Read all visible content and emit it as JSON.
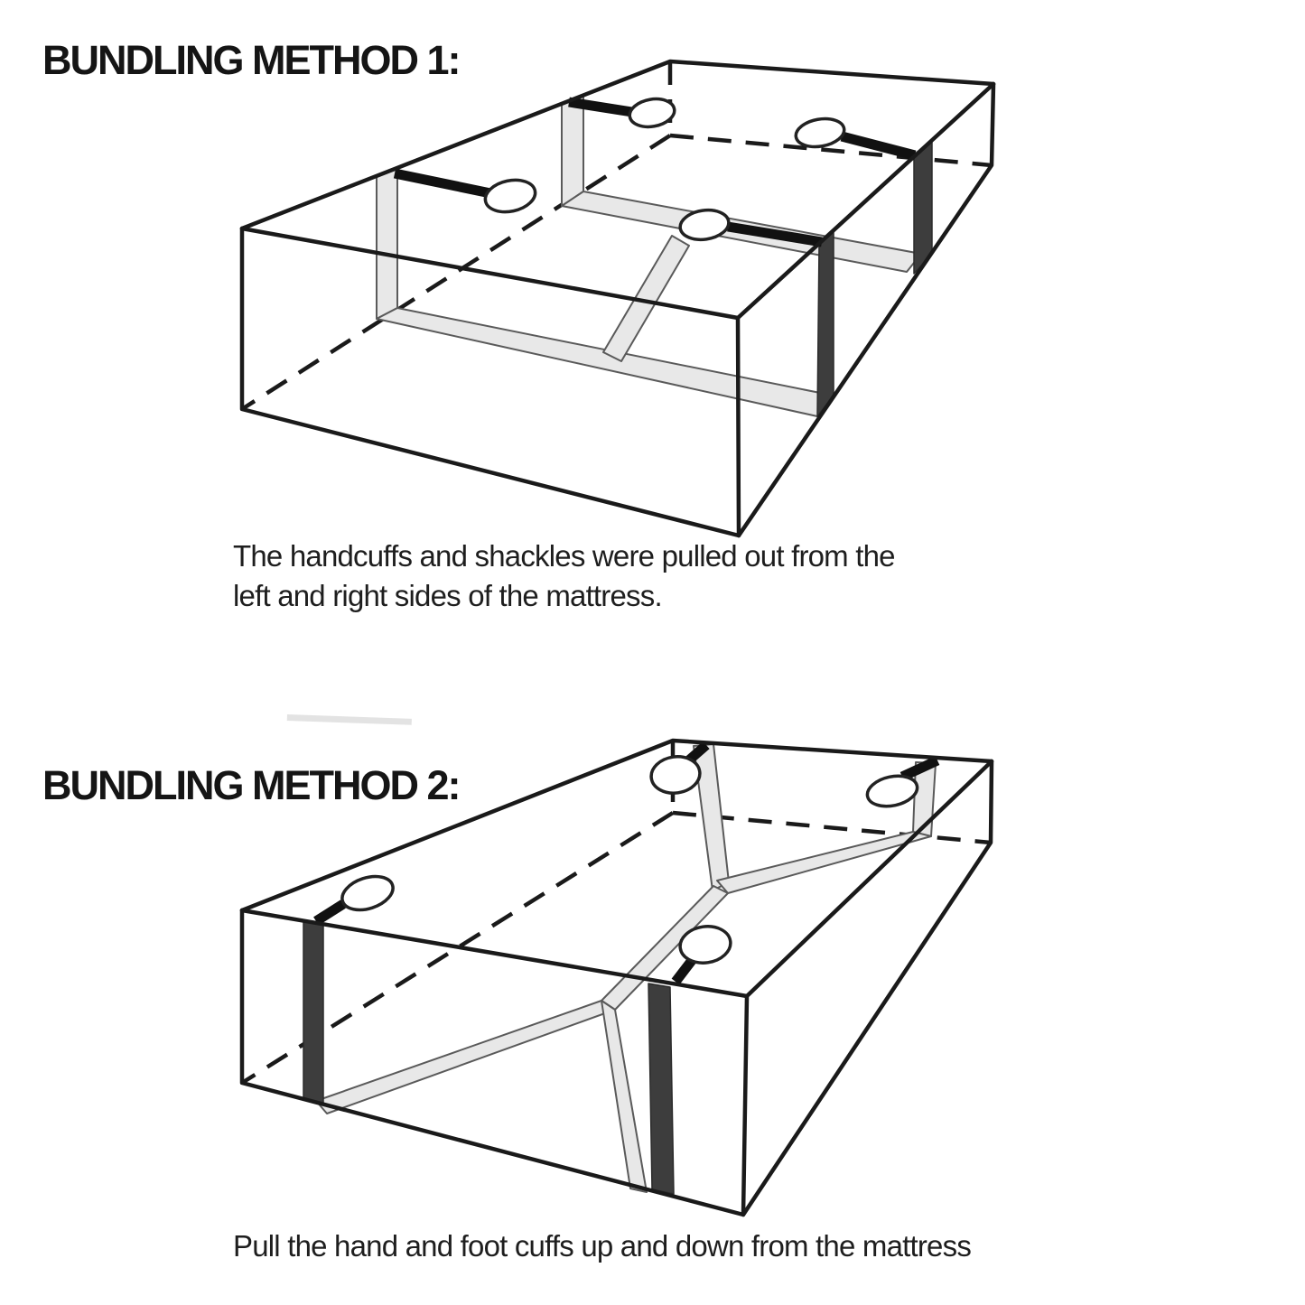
{
  "page": {
    "background": "#ffffff",
    "type": "product-instruction-sheet"
  },
  "colors": {
    "line": "#1a1a1a",
    "strap_light": "#e8e8e8",
    "strap_dark": "#3d3d3d",
    "strap_black": "#111111",
    "text": "#1e1e1e"
  },
  "method1": {
    "heading": "BUNDLING METHOD 1:",
    "caption_line1": "The handcuffs and shackles were pulled out from the",
    "caption_line2": "left and right sides of the mattress.",
    "cuff_ring_count": 4
  },
  "method2": {
    "heading": "BUNDLING METHOD 2:",
    "caption": "Pull the hand and foot cuffs up and down from the mattress",
    "cuff_ring_count": 4
  }
}
